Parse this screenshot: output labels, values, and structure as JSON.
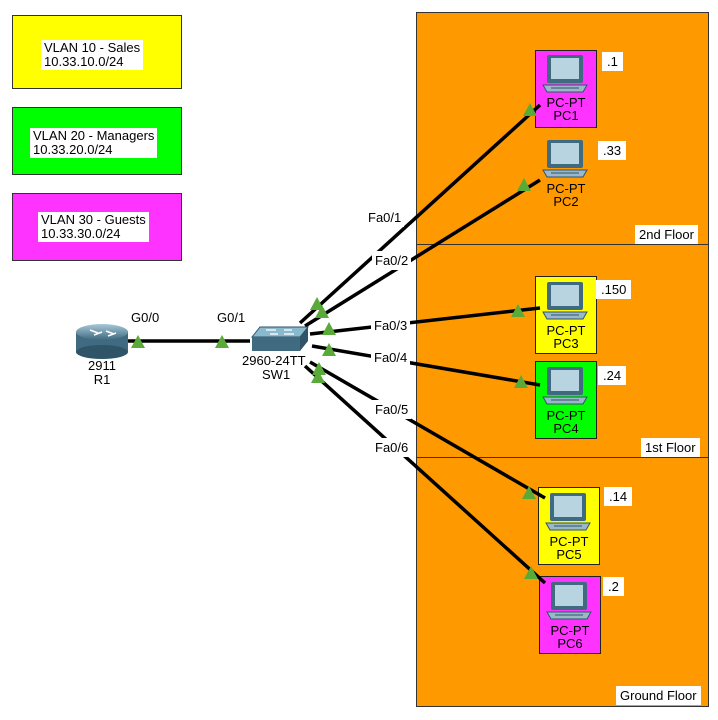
{
  "colors": {
    "vlan10": "#ffff00",
    "vlan20": "#00ff00",
    "vlan30": "#ff33ff",
    "floor": "#ff9900",
    "link_triangle": "#5aaa3a"
  },
  "vlans": [
    {
      "name": "VLAN 10 - Sales",
      "subnet": "10.33.10.0/24",
      "color": "#ffff00"
    },
    {
      "name": "VLAN 20 - Managers",
      "subnet": "10.33.20.0/24",
      "color": "#00ff00"
    },
    {
      "name": "VLAN 30 - Guests",
      "subnet": "10.33.30.0/24",
      "color": "#ff33ff"
    }
  ],
  "floors": [
    "2nd Floor",
    "1st Floor",
    "Ground Floor"
  ],
  "router": {
    "model": "2911",
    "name": "R1",
    "port": "G0/0",
    "icon": "router-icon"
  },
  "switch": {
    "model": "2960-24TT",
    "name": "SW1",
    "uplink_port": "G0/1",
    "icon": "switch-icon"
  },
  "switch_ports": [
    "Fa0/1",
    "Fa0/2",
    "Fa0/3",
    "Fa0/4",
    "Fa0/5",
    "Fa0/6"
  ],
  "pcs": [
    {
      "model": "PC-PT",
      "name": "PC1",
      "ip": ".1",
      "color": "#ff33ff",
      "icon": "computer-icon"
    },
    {
      "model": "PC-PT",
      "name": "PC2",
      "ip": ".33",
      "color": "",
      "icon": "computer-icon"
    },
    {
      "model": "PC-PT",
      "name": "PC3",
      "ip": ".150",
      "color": "#ffff00",
      "icon": "computer-icon"
    },
    {
      "model": "PC-PT",
      "name": "PC4",
      "ip": ".24",
      "color": "#00ff00",
      "icon": "computer-icon"
    },
    {
      "model": "PC-PT",
      "name": "PC5",
      "ip": ".14",
      "color": "#ffff00",
      "icon": "computer-icon"
    },
    {
      "model": "PC-PT",
      "name": "PC6",
      "ip": ".2",
      "color": "#ff33ff",
      "icon": "computer-icon"
    }
  ]
}
